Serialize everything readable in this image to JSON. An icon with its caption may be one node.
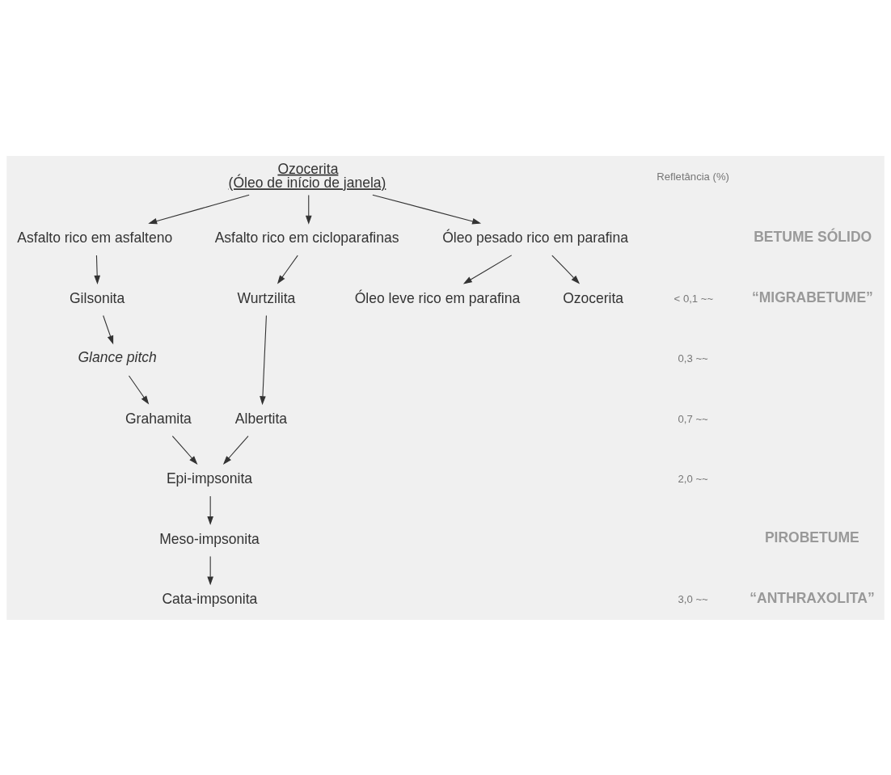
{
  "diagram": {
    "nodes": [
      {
        "text": [
          "Ozocerita",
          "(Óleo de início de janela)"
        ]
      },
      {
        "text": [
          "Asfalto rico em asfalteno"
        ]
      },
      {
        "text": [
          "Asfalto rico em cicloparafinas"
        ]
      },
      {
        "text": [
          "Gilsonita"
        ]
      },
      {
        "text": [
          "Óleo pesado rico em parafina"
        ]
      },
      {
        "text": [
          "Wurtzilita"
        ]
      },
      {
        "text": [
          "Glance pitch"
        ]
      },
      {
        "text": [
          "Óleo leve rico em parafina"
        ]
      },
      {
        "text": [
          "Ozocerita"
        ]
      },
      {
        "text": [
          "Grahamita"
        ]
      },
      {
        "text": [
          "Albertita"
        ]
      },
      {
        "text": [
          "Epi-impsonita"
        ]
      },
      {
        "text": [
          "Meso-impsonita"
        ]
      },
      {
        "text": [
          "Cata-impsonita"
        ]
      }
    ],
    "edges": [
      {
        "from": 0,
        "to": 1,
        "arrow": "to"
      },
      {
        "from": 0,
        "to": 4,
        "arrow": "to"
      },
      {
        "from": 0,
        "to": 2,
        "arrow": "to"
      },
      {
        "from": 1,
        "to": 3,
        "arrow": "to"
      },
      {
        "from": 4,
        "to": 7,
        "arrow": "to"
      },
      {
        "from": 4,
        "to": 8,
        "arrow": "to"
      },
      {
        "from": 2,
        "to": 5,
        "arrow": "to"
      },
      {
        "from": 3,
        "to": 6,
        "arrow": "to"
      },
      {
        "from": 6,
        "to": 9,
        "arrow": "to"
      },
      {
        "from": 5,
        "to": 10,
        "arrow": "to"
      },
      {
        "from": 9,
        "to": 11,
        "arrow": "to"
      },
      {
        "from": 10,
        "to": 11,
        "arrow": "to"
      },
      {
        "from": 11,
        "to": 12,
        "arrow": "to"
      },
      {
        "from": 12,
        "to": 13,
        "arrow": "to"
      }
    ],
    "labels": [
      "Refletância (%)",
      "BETUME SÓLIDO",
      "“MIGRABETUME”",
      "< 0,1 ~~",
      "0,3 ~~",
      "0,7 ~~",
      "2,0 ~~",
      "PIROBETUME",
      "“ANTHRAXOLITA”",
      "3,0 ~~"
    ]
  }
}
